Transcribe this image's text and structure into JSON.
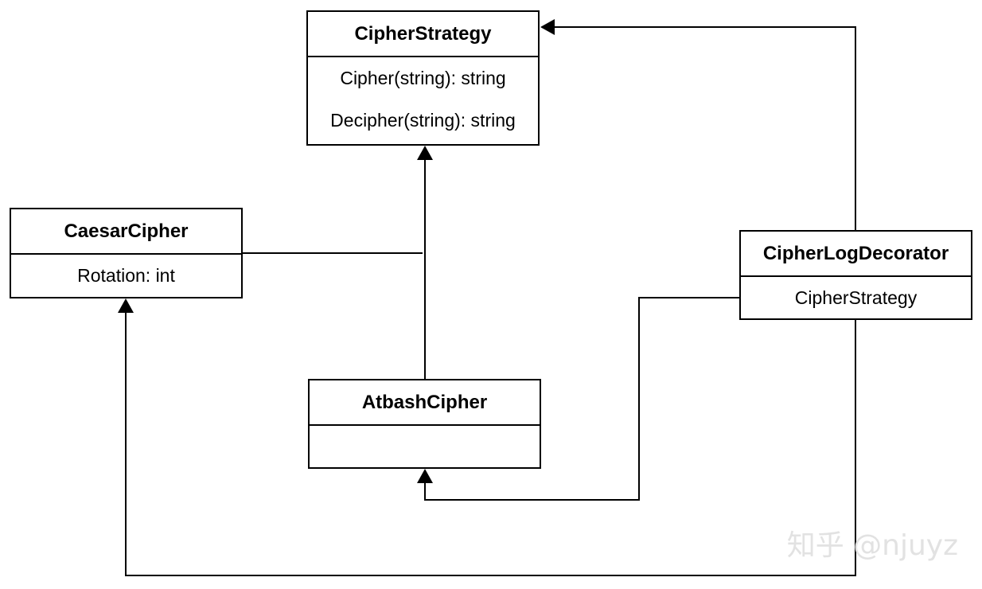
{
  "classes": {
    "cipher_strategy": {
      "name": "CipherStrategy",
      "members": [
        "Cipher(string): string",
        "Decipher(string): string"
      ]
    },
    "caesar_cipher": {
      "name": "CaesarCipher",
      "members": [
        "Rotation: int"
      ]
    },
    "atbash_cipher": {
      "name": "AtbashCipher",
      "members": []
    },
    "cipher_log_decorator": {
      "name": "CipherLogDecorator",
      "members": [
        "CipherStrategy"
      ]
    }
  },
  "watermark": "知乎 @njuyz"
}
